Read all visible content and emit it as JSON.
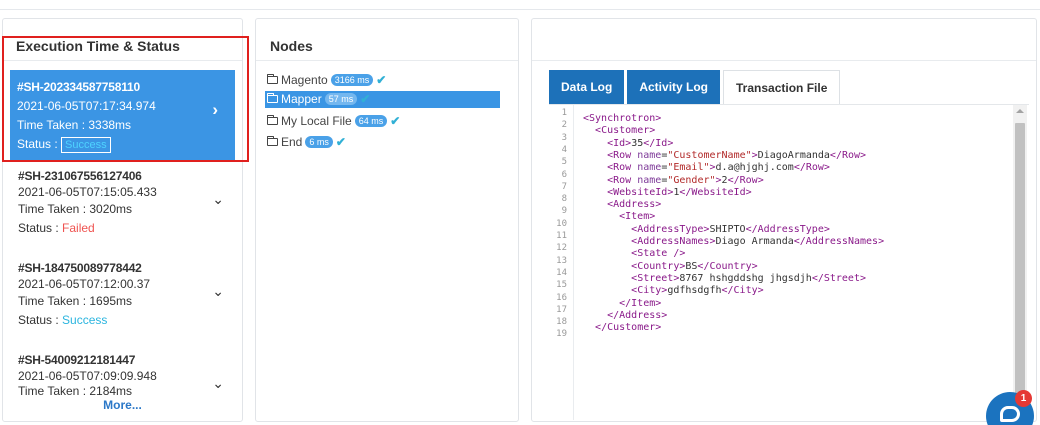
{
  "execution_panel": {
    "title": "Execution Time & Status",
    "items": [
      {
        "id": "#SH-202334587758110",
        "timestamp": "2021-06-05T07:17:34.974",
        "time_taken": "Time Taken : 3338ms",
        "status_label": "Status :",
        "status": "Success",
        "selected": true
      },
      {
        "id": "#SH-231067556127406",
        "timestamp": "2021-06-05T07:15:05.433",
        "time_taken": "Time Taken : 3020ms",
        "status_label": "Status :",
        "status": "Failed"
      },
      {
        "id": "#SH-184750089778442",
        "timestamp": "2021-06-05T07:12:00.37",
        "time_taken": "Time Taken : 1695ms",
        "status_label": "Status :",
        "status": "Success"
      },
      {
        "id": "#SH-54009212181447",
        "timestamp": "2021-06-05T07:09:09.948",
        "time_taken": "Time Taken : 2184ms"
      }
    ],
    "more_label": "More...",
    "expand_icon": "chevron-down-icon",
    "open_icon": "chevron-right-icon"
  },
  "nodes_panel": {
    "title": "Nodes",
    "nodes": [
      {
        "name": "Magento",
        "duration": "3166 ms"
      },
      {
        "name": "Mapper",
        "duration": "57 ms",
        "active": true
      },
      {
        "name": "My Local File",
        "duration": "64 ms"
      },
      {
        "name": "End",
        "duration": "6 ms"
      }
    ]
  },
  "detail_panel": {
    "tabs": [
      "Data Log",
      "Activity Log",
      "Transaction File"
    ],
    "active_tab": "Transaction File"
  },
  "code": {
    "line_numbers": [
      "1",
      "2",
      "3",
      "4",
      "5",
      "6",
      "7",
      "8",
      "9",
      "10",
      "11",
      "12",
      "13",
      "14",
      "15",
      "16",
      "17",
      "18",
      "19"
    ],
    "lines": [
      {
        "text": "<Synchrotron>"
      },
      {
        "text": "  <Customer>"
      },
      {
        "text": "    <Id>35</Id>"
      },
      {
        "text": "    <Row name=\"CustomerName\">DiagoArmanda</Row>"
      },
      {
        "text": "    <Row name=\"Email\">d.a@hjghj.com</Row>"
      },
      {
        "text": "    <Row name=\"Gender\">2</Row>"
      },
      {
        "text": "    <WebsiteId>1</WebsiteId>"
      },
      {
        "text": "    <Address>"
      },
      {
        "text": "      <Item>"
      },
      {
        "text": "        <AddressType>SHIPTO</AddressType>"
      },
      {
        "text": "        <AddressNames>Diago Armanda</AddressNames>"
      },
      {
        "text": "        <State />"
      },
      {
        "text": "        <Country>BS</Country>"
      },
      {
        "text": "        <Street>8767 hshgddshg jhgsdjh</Street>"
      },
      {
        "text": "        <City>gdfhsdgfh</City>"
      },
      {
        "text": "      </Item>"
      },
      {
        "text": "    </Address>"
      },
      {
        "text": "  </Customer>"
      }
    ]
  },
  "chat_widget": {
    "badge_count": "1",
    "icon": "chat-bubble-icon"
  },
  "colors": {
    "accent": "#3b95e4",
    "tab_blue": "#1d71b9",
    "success": "#2bb5df",
    "failed": "#ef5350",
    "highlight_outline": "#e0201e"
  }
}
